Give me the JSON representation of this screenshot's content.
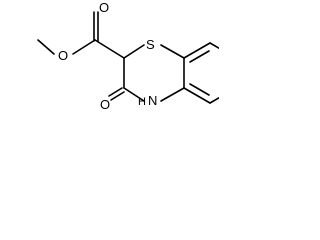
{
  "structure": {
    "atoms": {
      "sulfur": "S",
      "carbonyl_oxygen_ester": "O",
      "ester_oxygen": "O",
      "lactam_oxygen": "O",
      "nitrogen": "N",
      "nitrogen_hydrogen": "H"
    },
    "colors": {
      "bond": "#000000",
      "label": "#000000",
      "background": "#ffffff"
    }
  }
}
